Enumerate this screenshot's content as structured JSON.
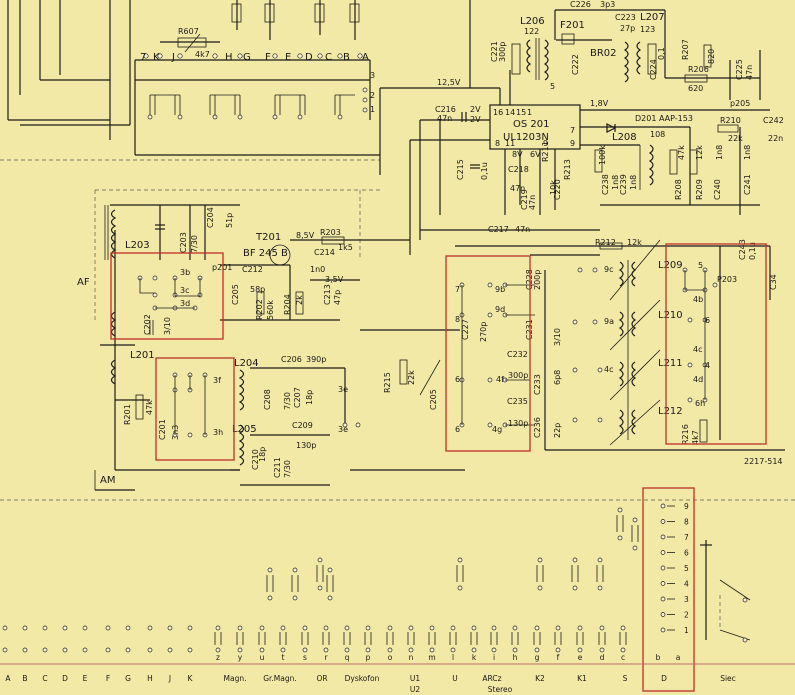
{
  "labels": {
    "R607": "R607",
    "R607v": "4k7",
    "kb_pins": [
      "7",
      "K",
      "J",
      "H",
      "G",
      "F",
      "E",
      "D",
      "C",
      "B",
      "A"
    ],
    "p3": "3",
    "p2": "2",
    "p1": "1",
    "v12": "12,5V",
    "L206": "L206",
    "L206v": "122",
    "F201": "F201",
    "C226": "C226",
    "C226v": "3p3",
    "C223": "C223",
    "C223v": "27p",
    "L207": "L207",
    "L207v": "123",
    "C221": "C221",
    "C221v": "300p",
    "C222": "C222",
    "BR02": "BR02",
    "C224": "C224",
    "C224v": "0,1",
    "R207": "R207",
    "R207v": "820",
    "R206": "R206",
    "R206v": "620",
    "C225": "C225",
    "C225v": "47n",
    "v18": "1,8V",
    "p205": "p205",
    "C216": "C216",
    "C216v": "47n",
    "v2a": "2V",
    "v2b": "2V",
    "IC": "OS 201",
    "ICtype": "UL1203N",
    "icpins_top": [
      "16",
      "14",
      "15",
      "1"
    ],
    "icpins_bot": [
      "8",
      "11",
      "9"
    ],
    "icpin7": "7",
    "icpin9": "9",
    "D201": "D201 AAP-153",
    "R210": "R210",
    "R210v": "22k",
    "C242": "C242",
    "C242v": "22n",
    "L208": "L208",
    "L208v": "108",
    "R213": "R213",
    "R213v": "100k",
    "C238": "C238",
    "C238v": "1n8",
    "C239": "C239",
    "C239v": "1n8",
    "R208": "R208",
    "R208v": "47k",
    "R209": "R209",
    "R209v": "12k",
    "C240": "C240",
    "C240v": "1n8",
    "C241": "C241",
    "C241v": "1n8",
    "C215": "C215",
    "C215v": "0,1u",
    "C217": "C217",
    "C217v": "47n",
    "C218": "C218",
    "C219": "C219",
    "C219v": "47n",
    "C220": "C220",
    "R211": "R211",
    "R211v": "10k",
    "R212": "R212",
    "R212v": "12k",
    "v8": "8V",
    "v6": "6V",
    "T201": "T201",
    "T201type": "BF 245 B",
    "R203": "R203",
    "R203v": "1k5",
    "v85": "8,5V",
    "C214": "C214",
    "C214v": "1n0",
    "C212": "C212",
    "v35": "3,5V",
    "C213": "C213",
    "C213v": "47p",
    "C202": "C202",
    "C202v": "58p",
    "R202": "R202",
    "R202v": "560k",
    "R204": "R204",
    "R204v": "2k",
    "C205": "C205",
    "C203": "C203",
    "C203v": "7/30",
    "C204": "C204",
    "C204v": "51p",
    "L203": "L203",
    "AF": "AF",
    "p201": "p201",
    "sw3b": "3b",
    "sw3c": "3c",
    "sw3d": "3d",
    "sw3f": "3f",
    "sw3h": "3h",
    "sw3e": "3e",
    "C202b": "C202",
    "C202bv": "3/10",
    "L201": "L201",
    "L204": "L204",
    "L205": "L205",
    "R201": "R201",
    "R201v": "47k",
    "C201": "C201",
    "C201v": "3n3",
    "C206": "C206",
    "C206v": "390p",
    "C208": "C208",
    "C208v": "7/30",
    "C207": "C207",
    "C207v": "18p",
    "C209": "C209",
    "C209v": "130p",
    "C210": "C210",
    "C210v": "18p",
    "C211": "C211",
    "C211v": "7/30",
    "AM": "AM",
    "sw3e2": "3e",
    "C228": "C228",
    "C228v": "200p",
    "C227": "C227",
    "C227v": "270p",
    "C231": "C231",
    "C231v": "3/10",
    "C232": "C232",
    "C232v": "300p",
    "C233": "C233",
    "C233v": "6p8",
    "C235": "C235",
    "C235v": "130p",
    "C236": "C236",
    "C236v": "22p",
    "R215": "R215",
    "R215v": "22k",
    "sw9b": "9b",
    "sw9d": "9d",
    "sw4f": "4f",
    "sw4g": "4g",
    "sw9c": "9c",
    "sw9a": "9a",
    "sw4b": "4b",
    "sw4c": "4c",
    "sw4d": "4d",
    "sw6h": "6h",
    "sw4e": "4e",
    "L209": "L209",
    "L210": "L210",
    "L211": "L211",
    "L212": "L212",
    "P203": "P203",
    "C243": "C243",
    "C243v": "0,1u",
    "C34": "C34",
    "R216": "R216",
    "R216v": "4k7",
    "ref": "2217-514"
  },
  "bottom_labels": [
    "A",
    "B",
    "C",
    "D",
    "E",
    "F",
    "G",
    "H",
    "J",
    "K",
    "Magn.",
    "Gr.Magn.",
    "OR",
    "Dyskofon",
    "U1",
    "U",
    "ARCz",
    "K2",
    "K1",
    "S",
    "D",
    "Siec"
  ],
  "bottom_labels2": [
    "U2",
    "Stereo"
  ],
  "switch_letters": [
    "z",
    "y",
    "u",
    "t",
    "s",
    "r",
    "q",
    "p",
    "o",
    "n",
    "m",
    "l",
    "k",
    "i",
    "h",
    "g",
    "f",
    "e",
    "d",
    "c",
    "b",
    "a"
  ],
  "dnums": [
    "9",
    "8",
    "7",
    "6",
    "5",
    "4",
    "3",
    "2",
    "1"
  ]
}
